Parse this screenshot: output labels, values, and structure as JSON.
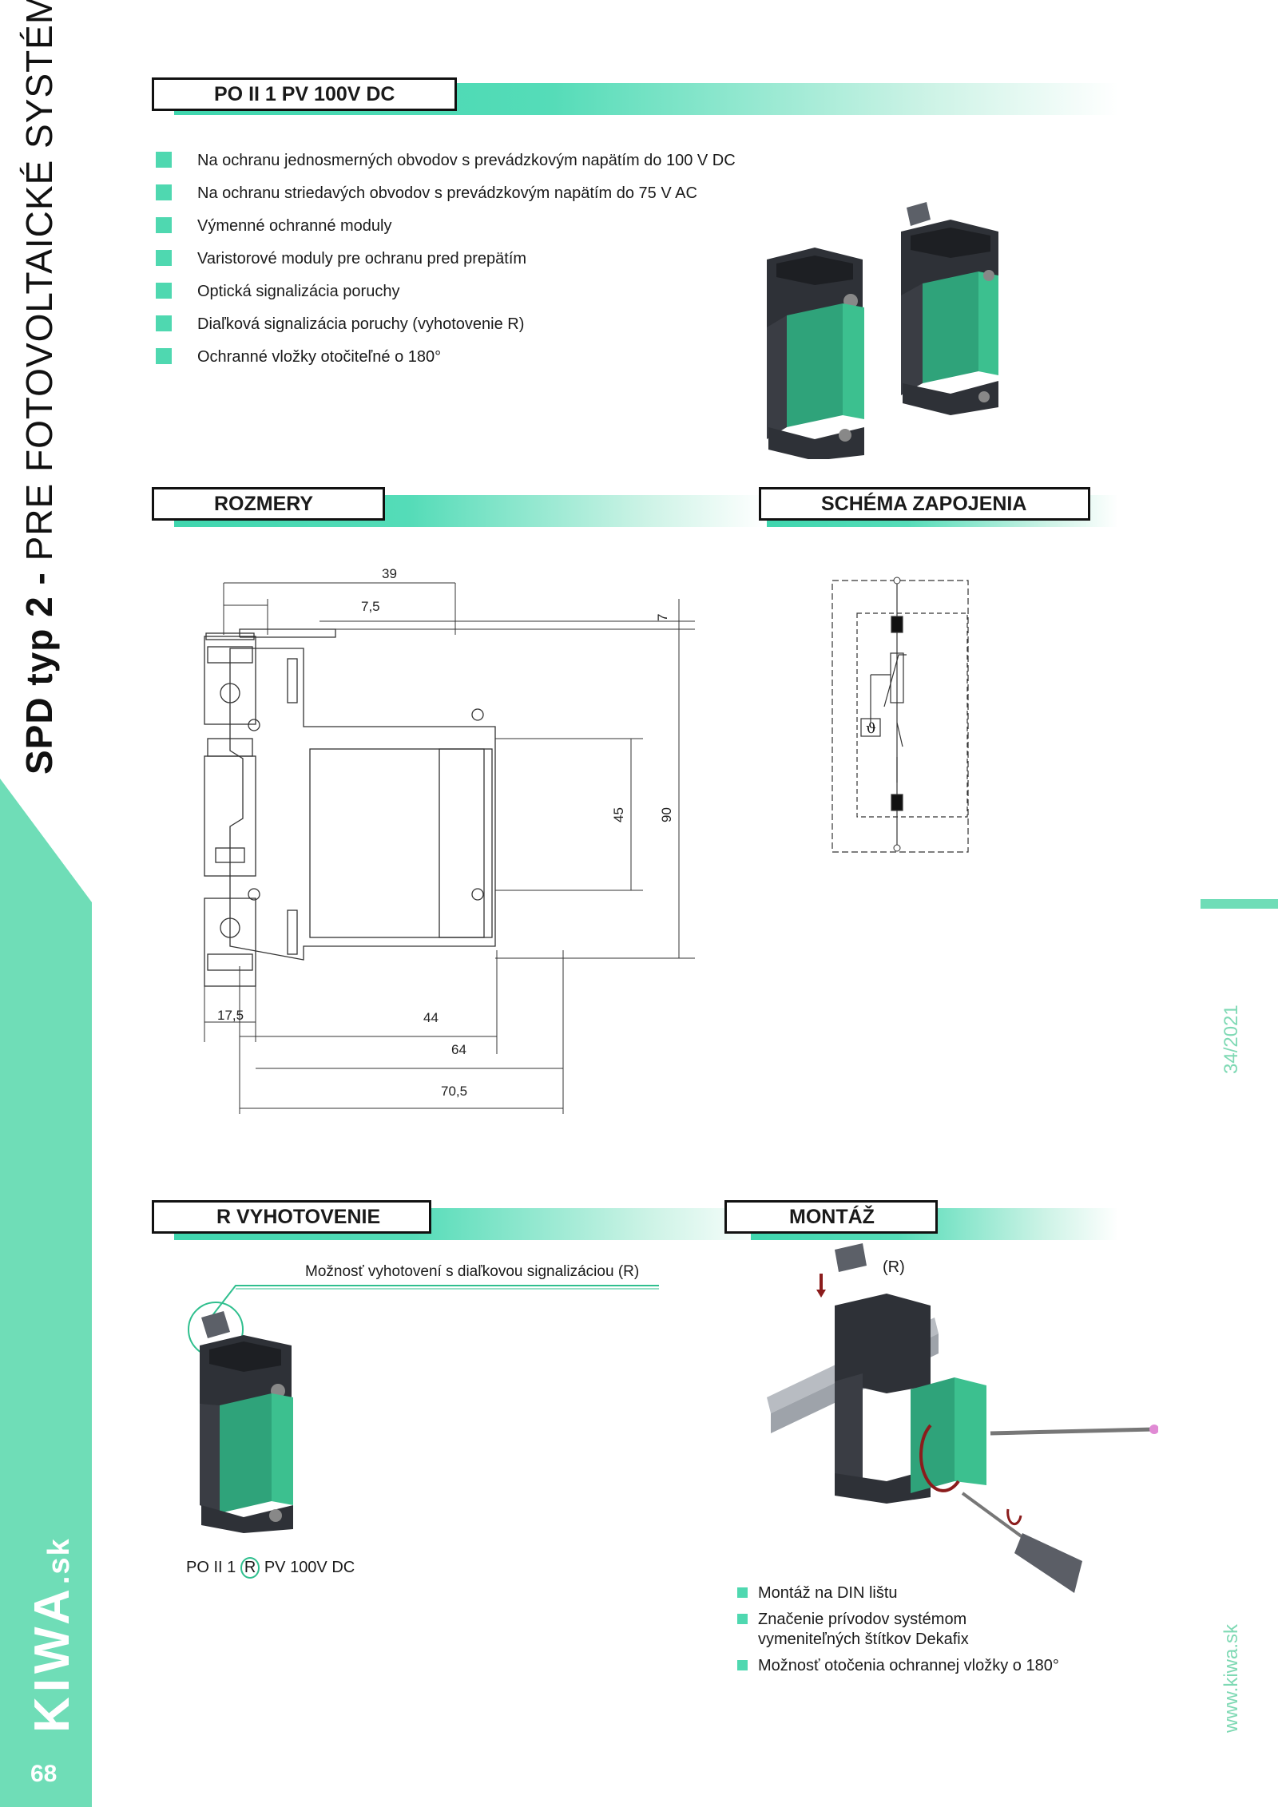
{
  "side_title": {
    "bold": "SPD typ 2 -",
    "rest": "PRE  FOTOVOLTAICKÉ  SYSTÉMY"
  },
  "page_number": "68",
  "logo": {
    "main": "KIWA",
    "suffix": ".sk"
  },
  "right_margin": {
    "issue": "34/2021",
    "website": "www.kiwa.sk"
  },
  "product": {
    "title": "PO II 1 PV 100V DC",
    "features": [
      "Na ochranu jednosmerných obvodov s prevádzkovým napätím do 100 V DC",
      "Na ochranu striedavých obvodov s prevádzkovým napätím do 75 V AC",
      "Výmenné ochranné moduly",
      "Varistorové moduly pre ochranu pred prepätím",
      "Optická signalizácia poruchy",
      "Diaľková signalizácia poruchy (vyhotovenie R)",
      "Ochranné vložky otočiteľné o 180°"
    ]
  },
  "dimensions": {
    "title": "ROZMERY",
    "labels": {
      "d39": "39",
      "d7_5": "7,5",
      "d7": "7",
      "d45": "45",
      "d90": "90",
      "d17_5": "17,5",
      "d44": "44",
      "d64": "64",
      "d70_5": "70,5"
    }
  },
  "schematic": {
    "title": "SCHÉMA ZAPOJENIA",
    "symbol": "ϑ"
  },
  "r_version": {
    "title": "R VYHOTOVENIE",
    "callout": "Možnosť vyhotovení s diaľkovou signalizáciou (R)",
    "code_prefix": "PO II 1",
    "code_r": "R",
    "code_suffix": "PV 100V DC"
  },
  "mounting": {
    "title": "MONTÁŽ",
    "r_label": "(R)",
    "items": [
      "Montáž na DIN lištu",
      "Značenie prívodov systémom vymeniteľných štítkov Dekafix",
      "Možnosť otočenia ochrannej vložky o 180°"
    ]
  },
  "colors": {
    "accent": "#4fd8b0",
    "module_green": "#2fa37a",
    "dark_body": "#3a3d44"
  }
}
